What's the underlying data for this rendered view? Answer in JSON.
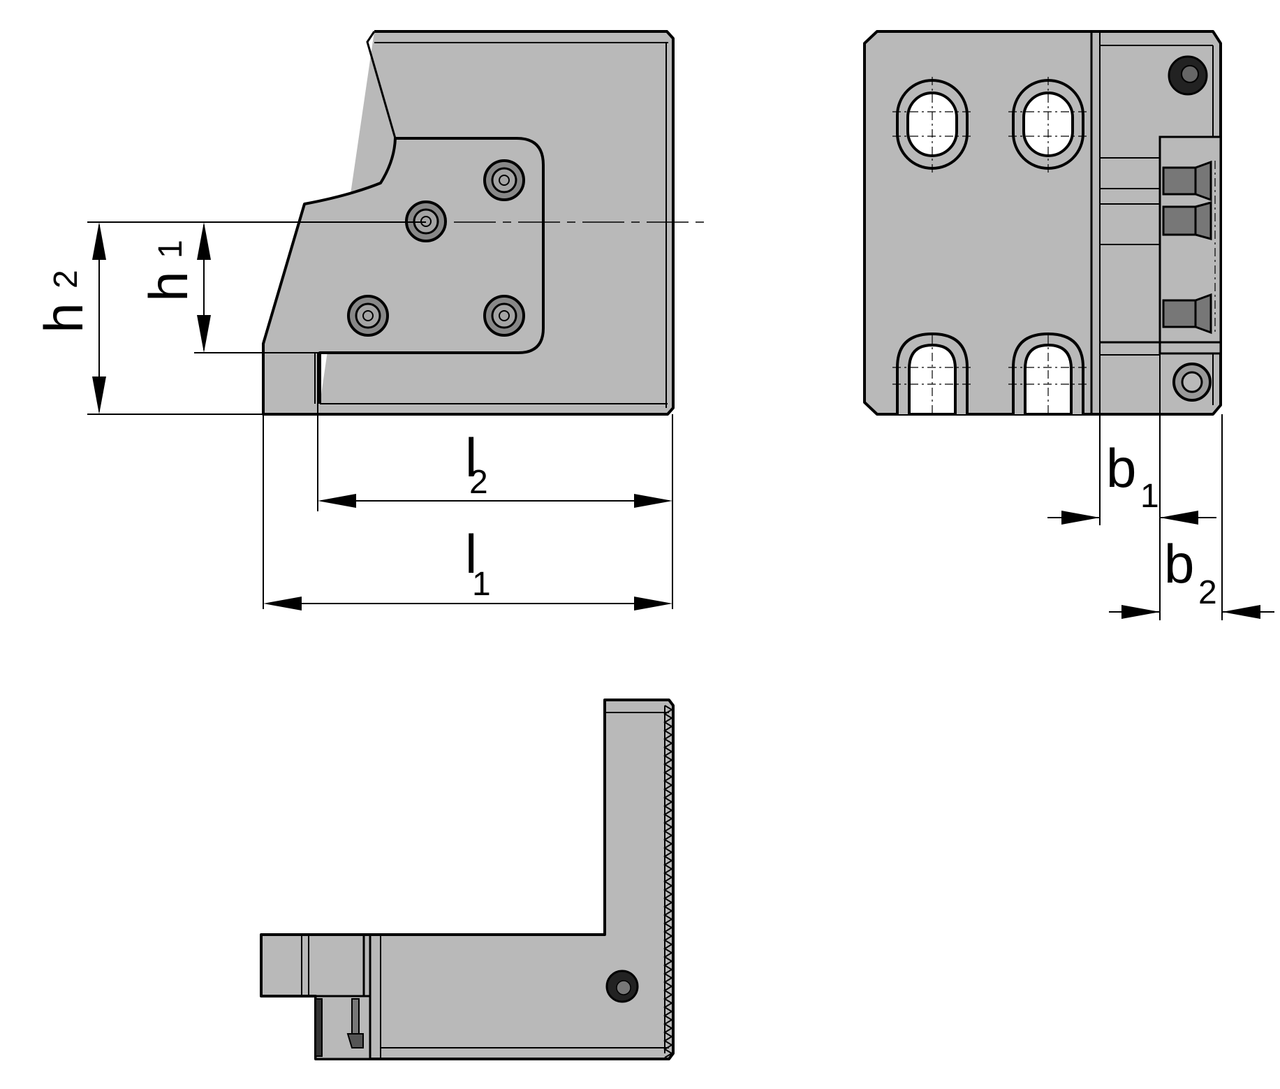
{
  "dimensions": {
    "h2": {
      "main": "h",
      "sub": "2"
    },
    "h1": {
      "main": "h",
      "sub": "1"
    },
    "l2": {
      "main": "l",
      "sub": "2"
    },
    "l1": {
      "main": "l",
      "sub": "1"
    },
    "b1": {
      "main": "b",
      "sub": "1"
    },
    "b2": {
      "main": "b",
      "sub": "2"
    }
  },
  "colors": {
    "part_fill": "#b9b9b9",
    "line": "#000000",
    "background": "#ffffff"
  }
}
